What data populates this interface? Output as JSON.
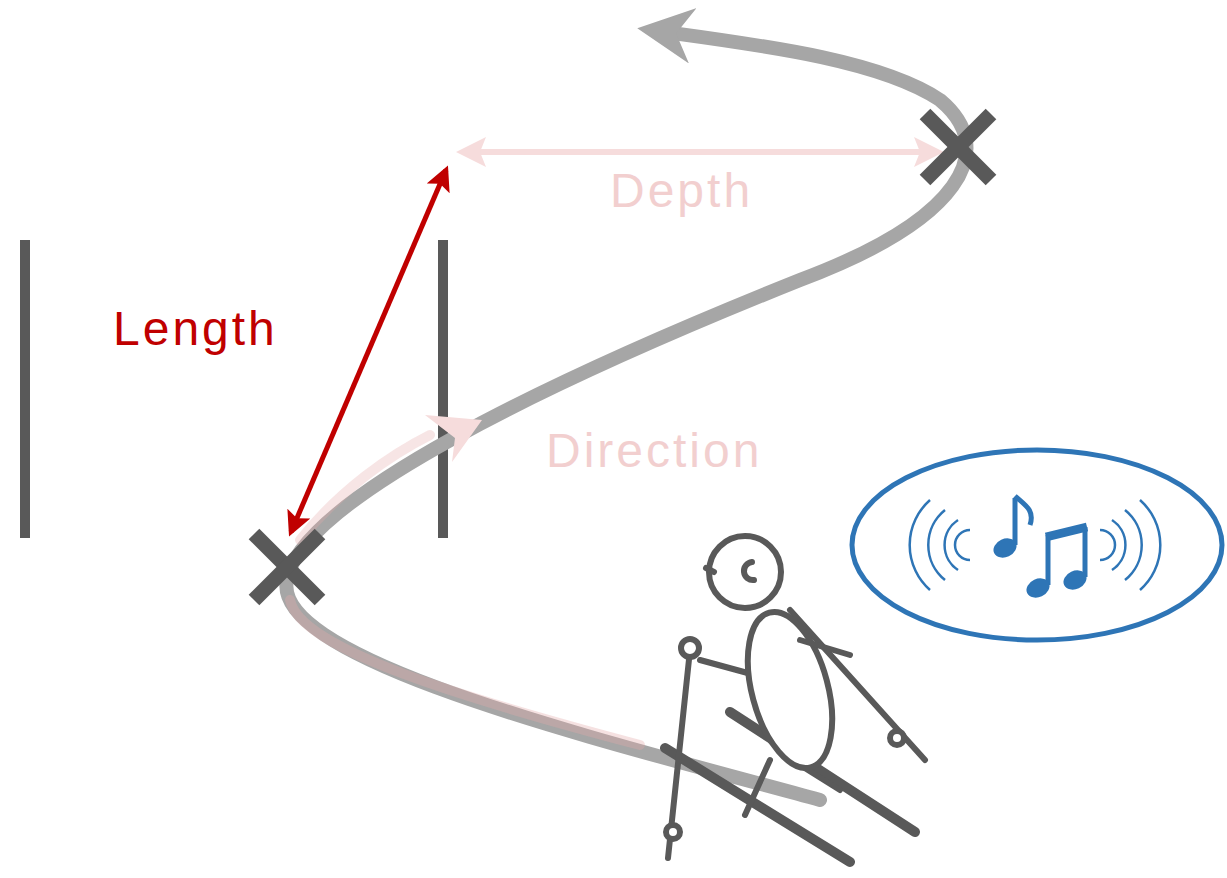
{
  "diagram": {
    "labels": [
      "Length",
      "Depth",
      "Direction"
    ]
  }
}
